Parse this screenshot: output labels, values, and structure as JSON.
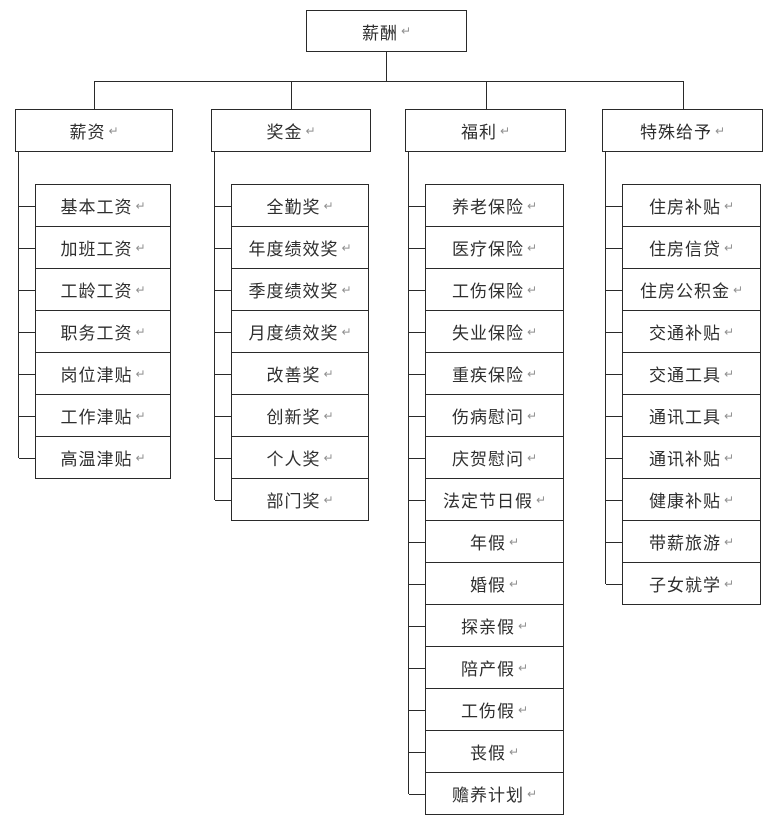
{
  "root": {
    "label": "薪酬"
  },
  "marks": {
    "return": "↵"
  },
  "columns": [
    {
      "label": "薪资",
      "children": [
        "基本工资",
        "加班工资",
        "工龄工资",
        "职务工资",
        "岗位津贴",
        "工作津贴",
        "高温津贴"
      ]
    },
    {
      "label": "奖金",
      "children": [
        "全勤奖",
        "年度绩效奖",
        "季度绩效奖",
        "月度绩效奖",
        "改善奖",
        "创新奖",
        "个人奖",
        "部门奖"
      ]
    },
    {
      "label": "福利",
      "children": [
        "养老保险",
        "医疗保险",
        "工伤保险",
        "失业保险",
        "重疾保险",
        "伤病慰问",
        "庆贺慰问",
        "法定节日假",
        "年假",
        "婚假",
        "探亲假",
        "陪产假",
        "工伤假",
        "丧假",
        "赡养计划"
      ]
    },
    {
      "label": "特殊给予",
      "children": [
        "住房补贴",
        "住房信贷",
        "住房公积金",
        "交通补贴",
        "交通工具",
        "通讯工具",
        "通讯补贴",
        "健康补贴",
        "带薪旅游",
        "子女就学"
      ]
    }
  ],
  "colors": {
    "background": "#ffffff",
    "border": "#2a2a2a",
    "line": "#2a2a2a",
    "text": "#2e2e2e",
    "return_mark": "#8f8f8f"
  }
}
